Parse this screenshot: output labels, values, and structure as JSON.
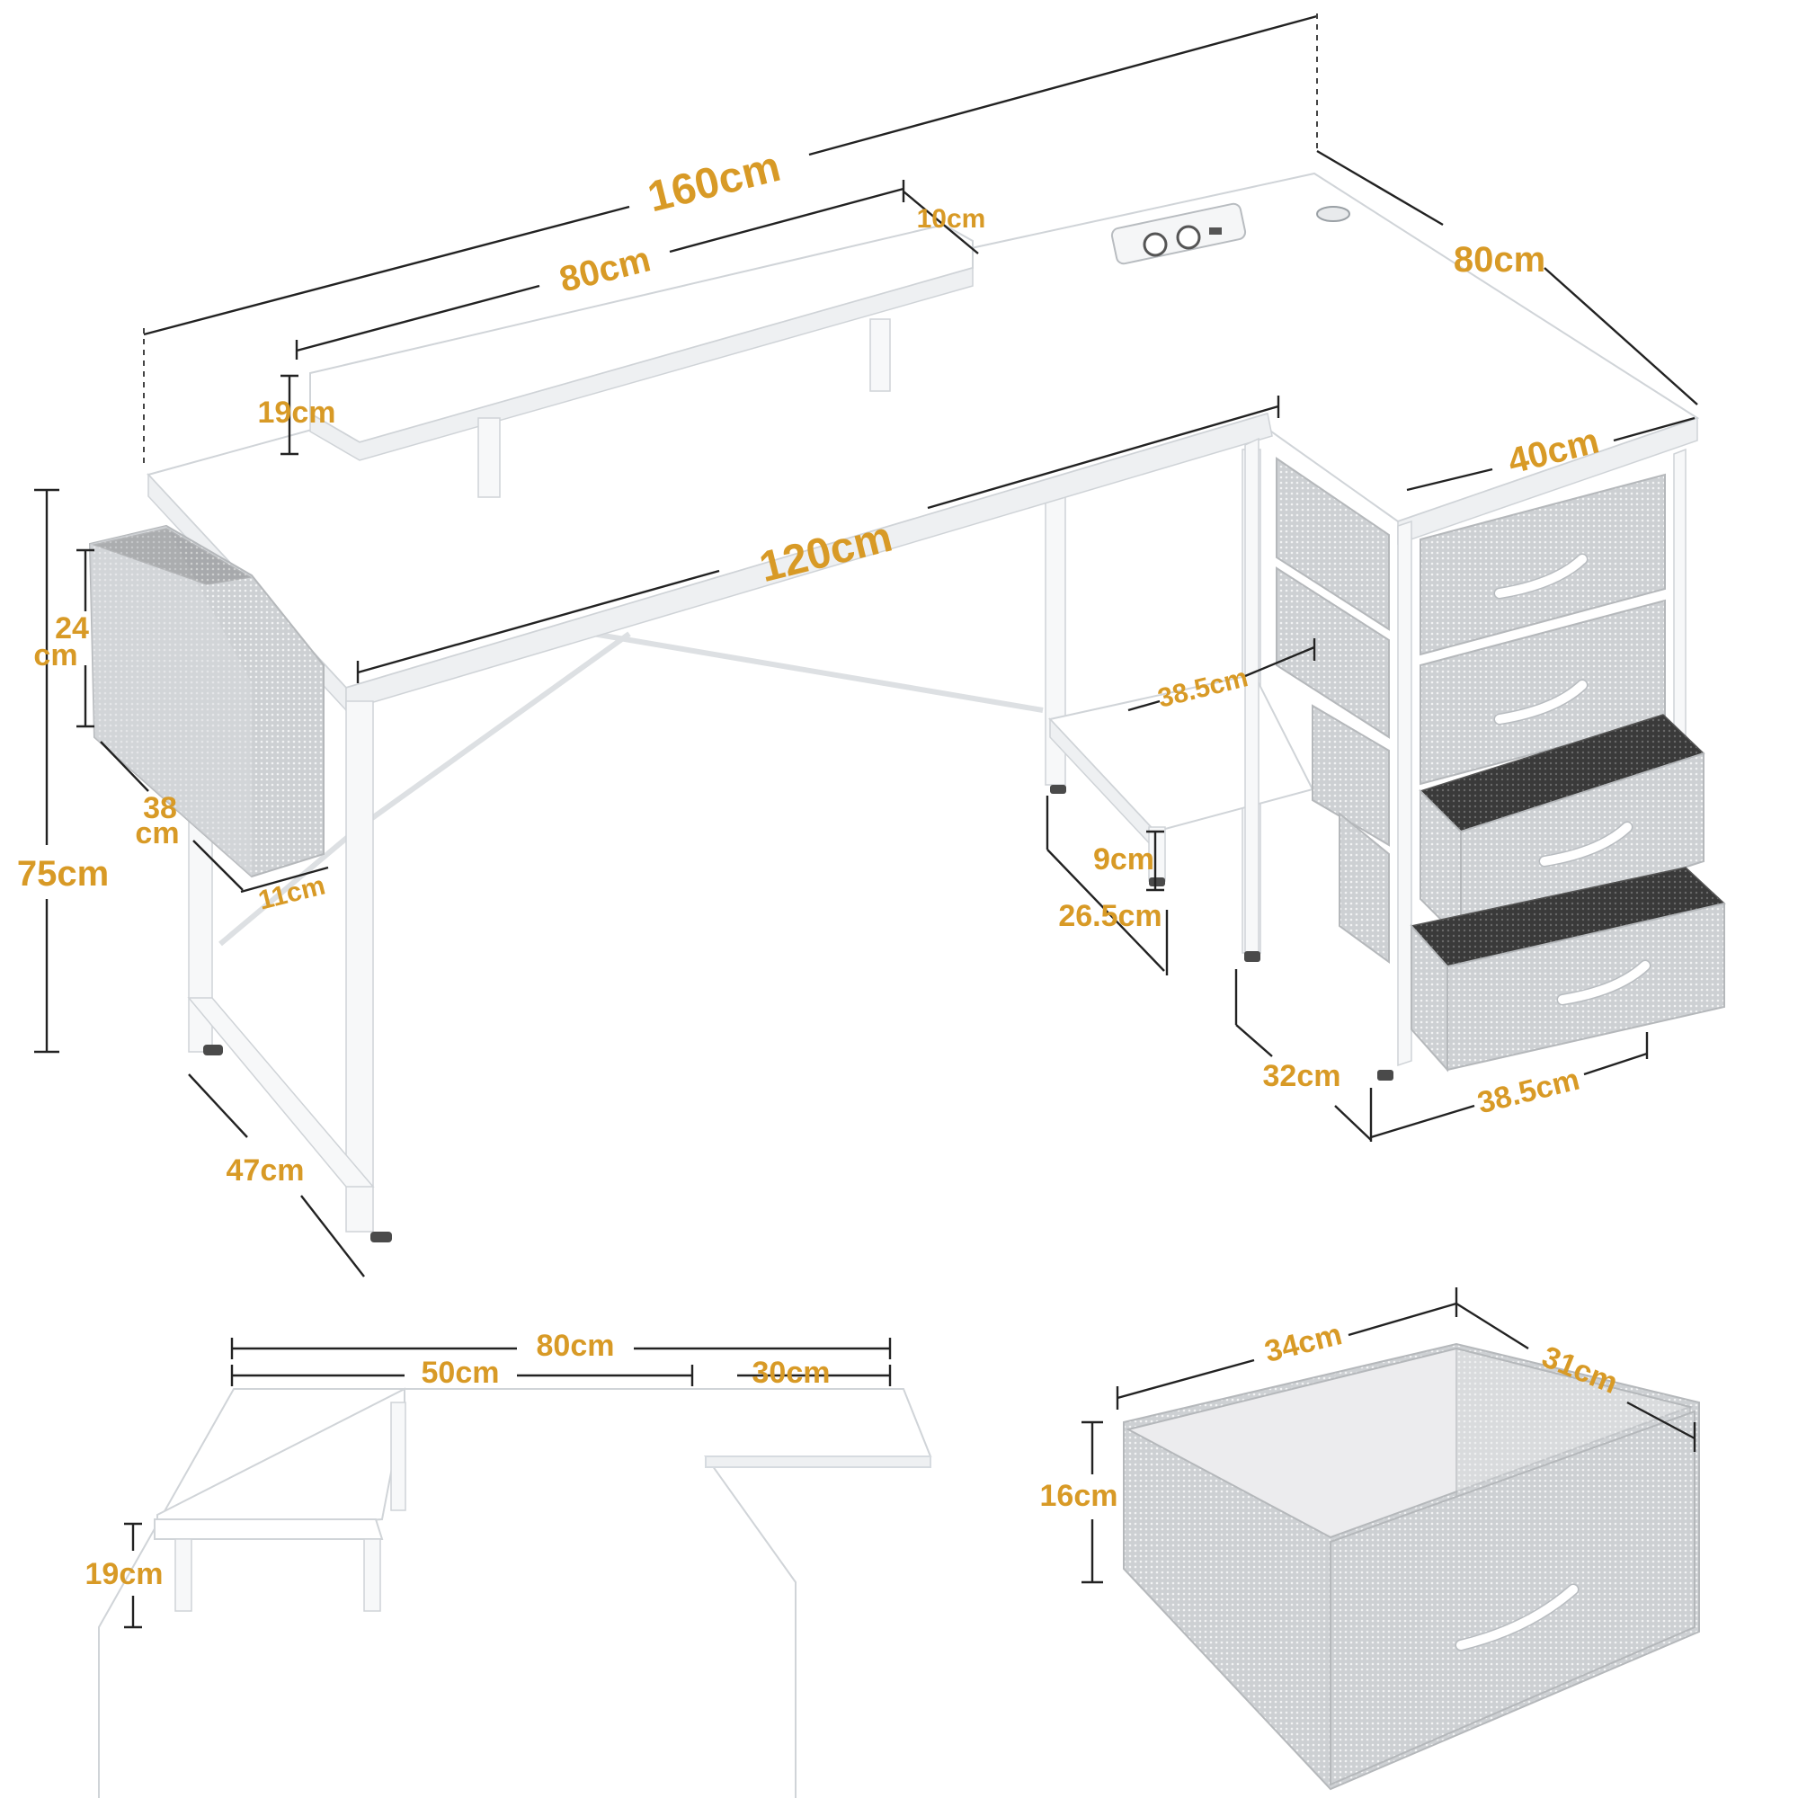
{
  "dimensions": {
    "total_width": "160cm",
    "shelf_width": "80cm",
    "shelf_offset": "10cm",
    "return_depth": "80cm",
    "return_width": "40cm",
    "shelf_height": "19cm",
    "main_width": "120cm",
    "bag_height": "24\ncm",
    "bag_depth": "38\ncm",
    "bag_width": "11cm",
    "total_height": "75cm",
    "main_depth": "47cm",
    "footrest_width": "38.5cm",
    "footrest_height": "9cm",
    "footrest_depth": "26.5cm",
    "cabinet_depth": "32cm",
    "cabinet_width": "38.5cm"
  },
  "top_view": {
    "total": "80cm",
    "shelf": "50cm",
    "rest": "30cm",
    "height": "19cm"
  },
  "drawer_view": {
    "width": "34cm",
    "depth": "31cm",
    "height": "16cm"
  },
  "colors": {
    "label": "#d89a26",
    "line": "#222222",
    "surface": "#ffffff",
    "fabric": "#cfd2d5"
  }
}
